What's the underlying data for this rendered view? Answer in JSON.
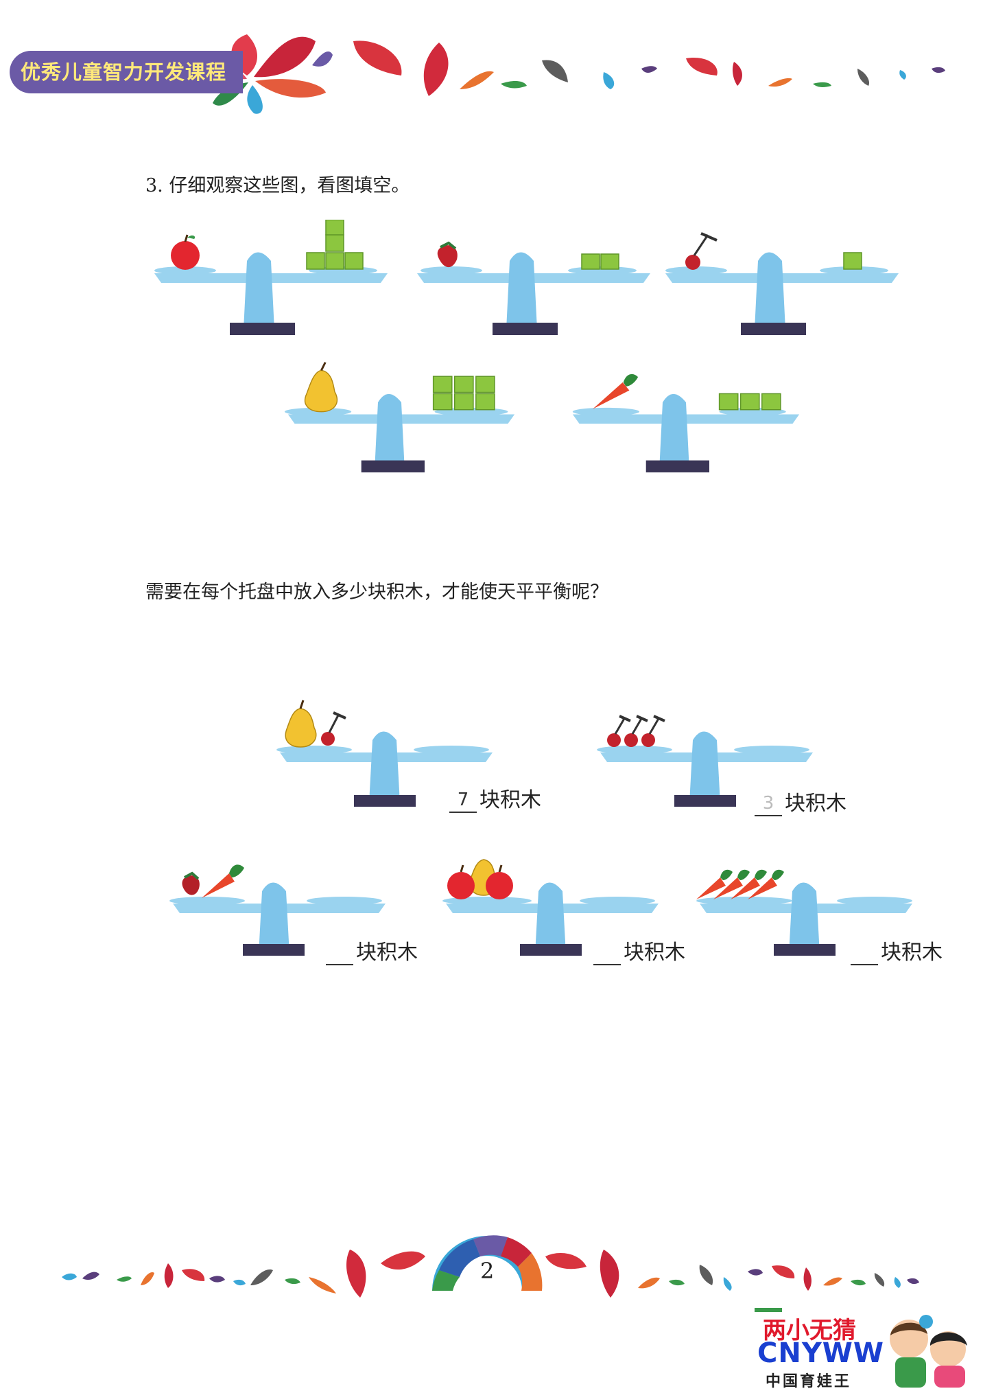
{
  "header": {
    "banner_title": "优秀儿童智力开发课程"
  },
  "question": {
    "text": "3. 仔细观察这些图，看图填空。"
  },
  "subquestion": {
    "text": "需要在每个托盘中放入多少块积木，才能使天平平衡呢？"
  },
  "answers": [
    {
      "value": "7",
      "unit": "块积木"
    },
    {
      "value": "3",
      "unit": "块积木"
    },
    {
      "value": "",
      "unit": "块积木"
    },
    {
      "value": "",
      "unit": "块积木"
    },
    {
      "value": "",
      "unit": "块积木"
    }
  ],
  "footer": {
    "page_number": "2"
  },
  "watermark": {
    "line1": "两小无猜",
    "line2": "CNYWW",
    "line3": "中国育娃王"
  },
  "colors": {
    "scale": "#9ad3ef",
    "base": "#3a3556",
    "block": "#8cc63f",
    "banner": "#6b5aa6"
  }
}
